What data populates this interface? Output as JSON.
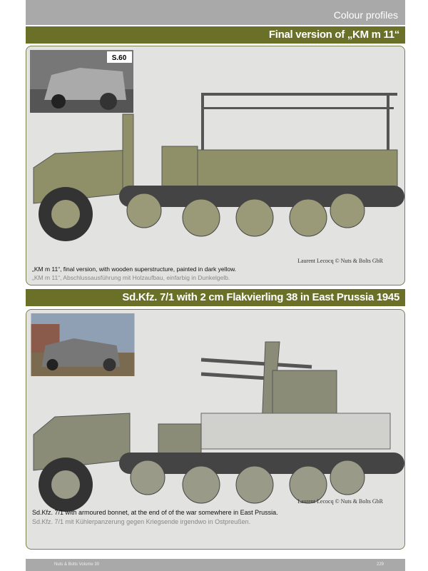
{
  "header": {
    "section": "Colour profiles"
  },
  "profiles": [
    {
      "title": "Final version of „KM m 11“",
      "photo_label": "S.60",
      "credit": "Laurent Lecocq © Nuts & Bolts GbR",
      "caption_en": "„KM m 11“, final version, with wooden superstructure, painted in dark yellow.",
      "caption_de": "„KM m 11“, Abschlussausführung mit Holzaufbau, einfarbig in Dunkelgelb.",
      "color": "#8f8f68"
    },
    {
      "title": "Sd.Kfz. 7/1 with 2 cm Flakvierling 38 in East Prussia 1945",
      "credit": "Laurent Lecocq © Nuts & Bolts GbR",
      "caption_en": "Sd.Kfz. 7/1 with armoured bonnet, at the end of of the war somewhere in East Prussia.",
      "caption_de": "Sd.Kfz. 7/1 mit Kühlerpanzerung gegen Kriegsende irgendwo in Ostpreußen.",
      "color": "#8a8c78"
    }
  ],
  "footer": {
    "publication": "Nuts & Bolts Volume 30",
    "page": "229"
  }
}
